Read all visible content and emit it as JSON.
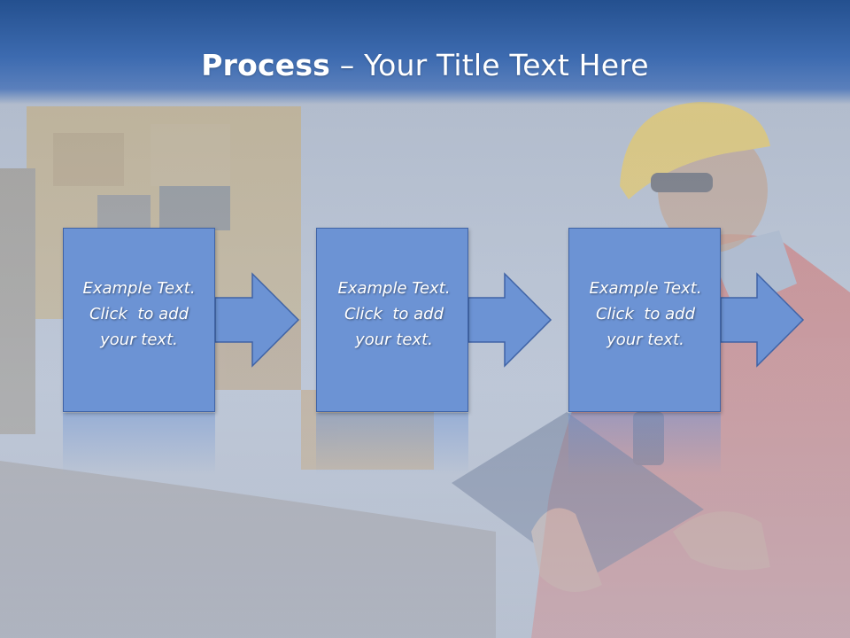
{
  "slide": {
    "title_bold": "Process",
    "title_rest": " – Your Title Text Here"
  },
  "steps": [
    {
      "line1": "Example Text.",
      "line2": "Click  to add",
      "line3": "your text."
    },
    {
      "line1": "Example Text.",
      "line2": "Click  to add",
      "line3": "your text."
    },
    {
      "line1": "Example Text.",
      "line2": "Click  to add",
      "line3": "your text."
    }
  ],
  "colors": {
    "title_band": "#24508f",
    "box_fill": "#6c93d4",
    "box_border": "#3f63a6"
  }
}
